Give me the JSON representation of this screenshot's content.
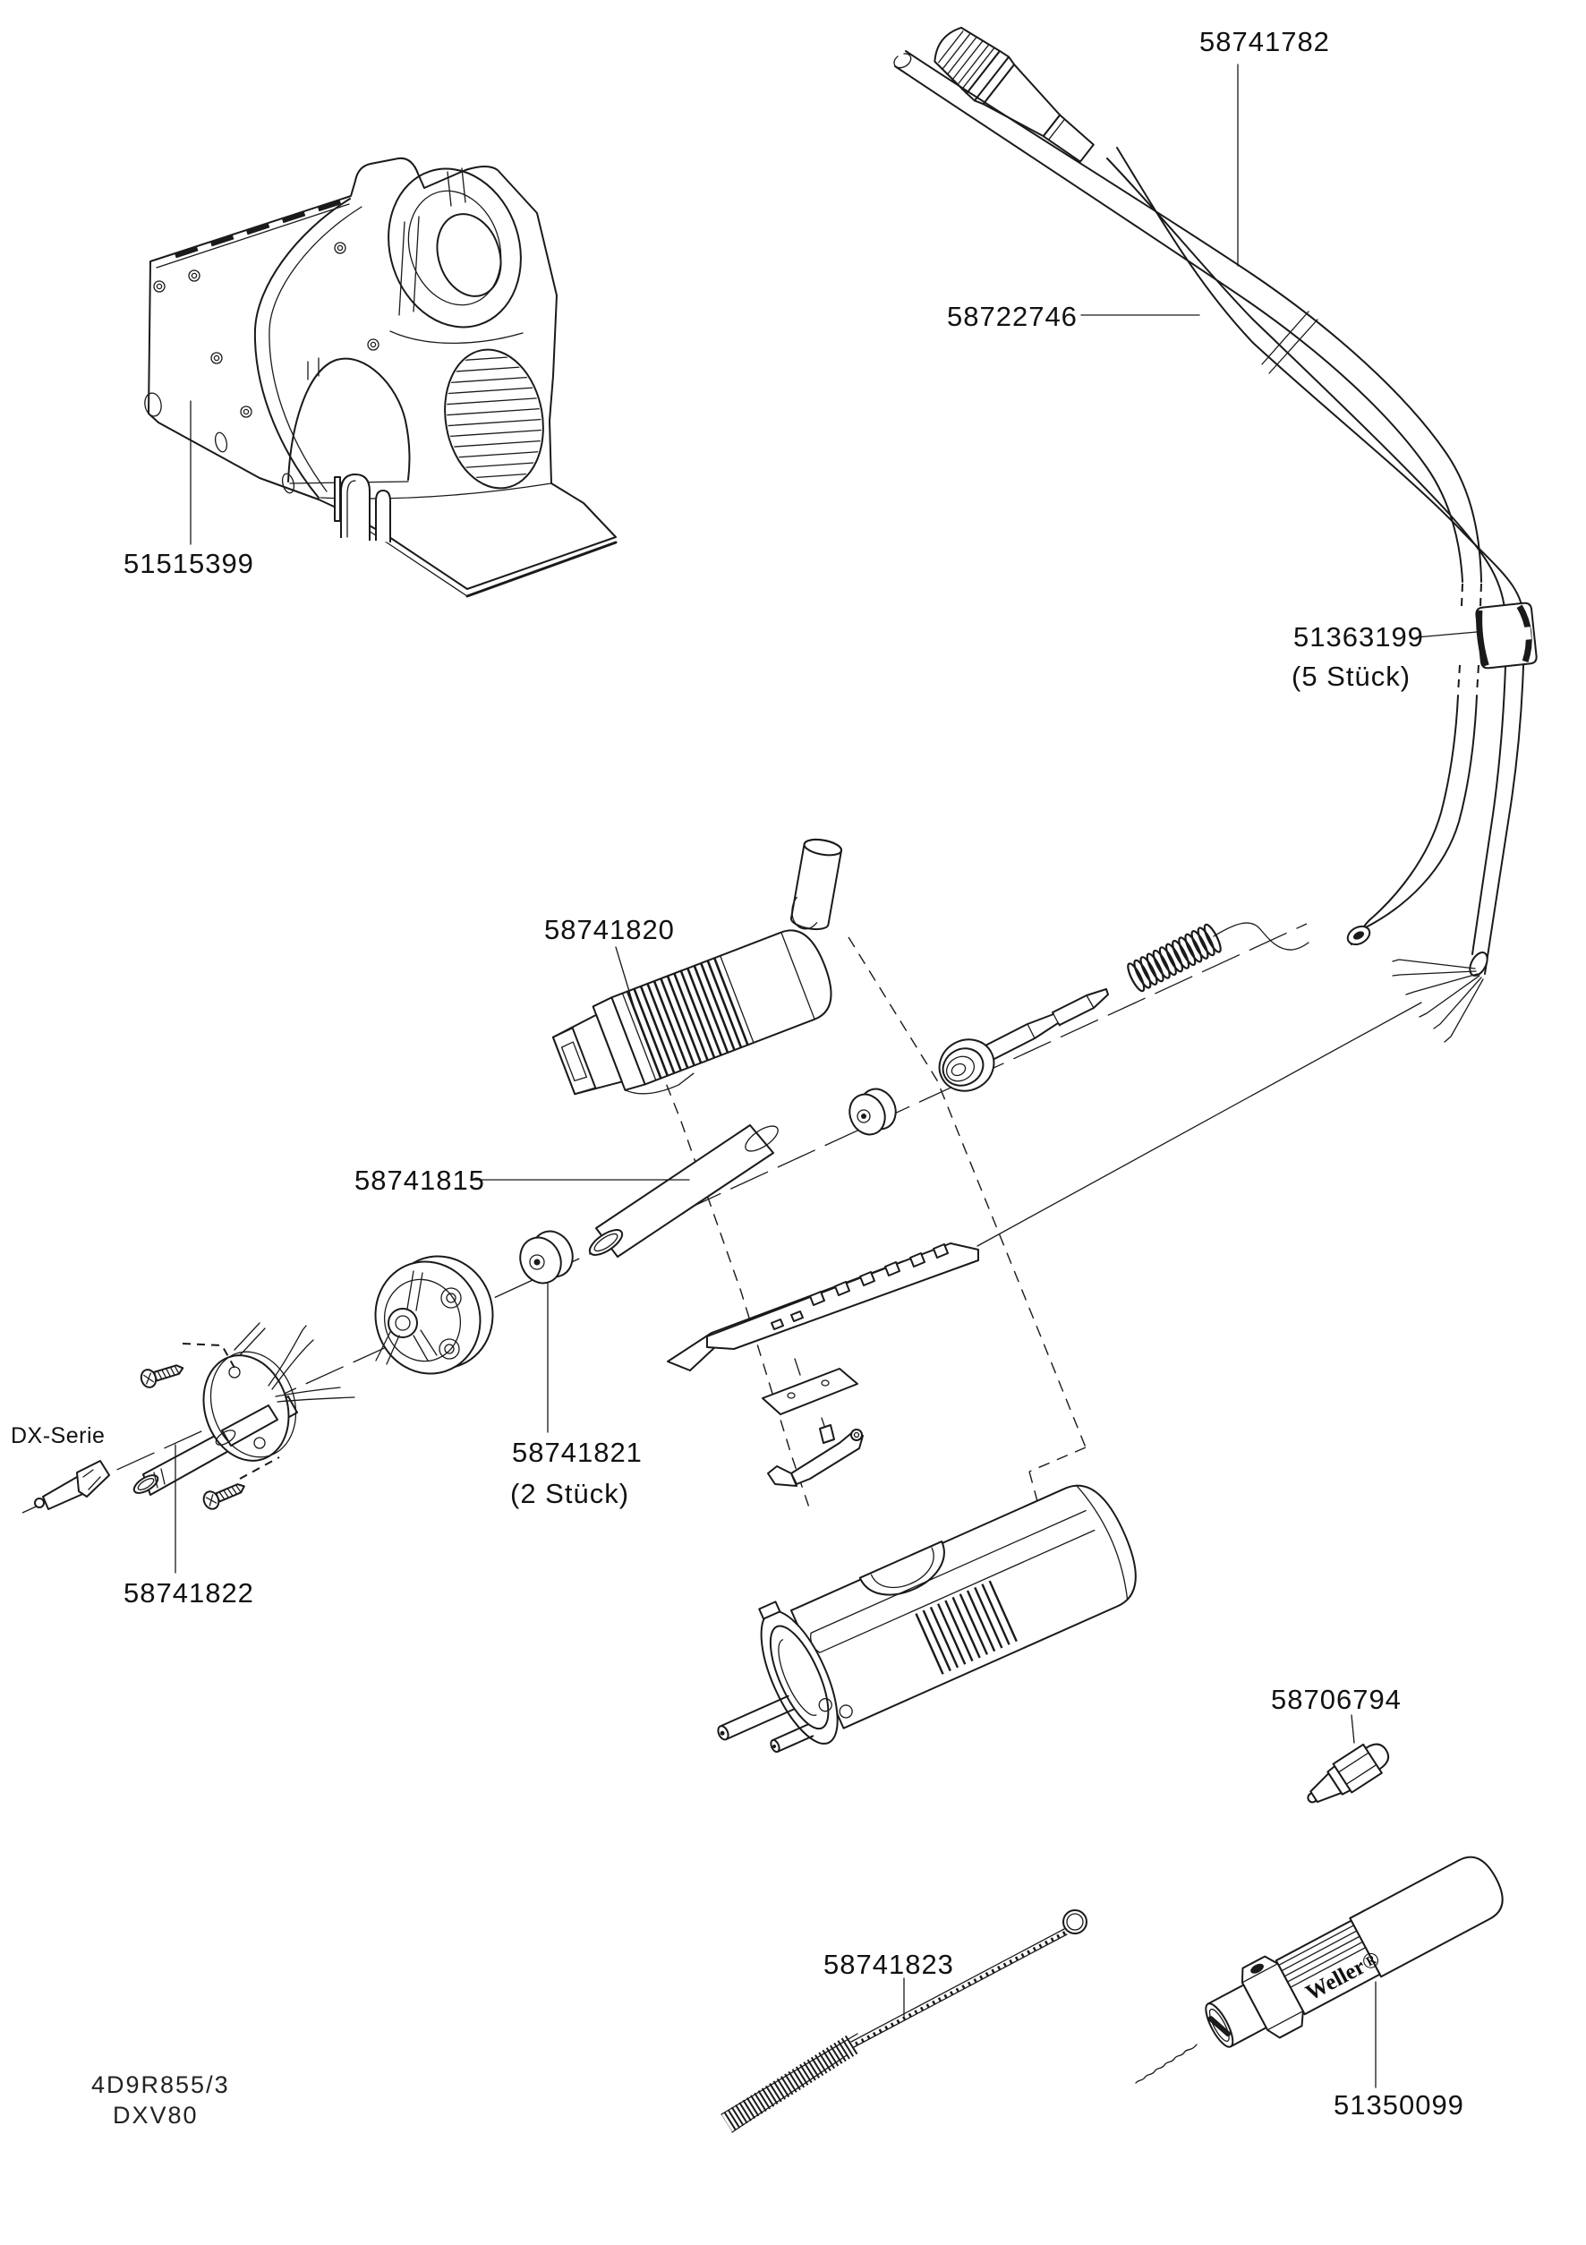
{
  "title_block": {
    "drawing_number": "4D9R855/3",
    "model": "DXV80"
  },
  "colors": {
    "background": "#ffffff",
    "line": "#1a1a1a"
  },
  "labels": {
    "cable_assembly": {
      "part_number": "58741782"
    },
    "hose": {
      "part_number": "58722746"
    },
    "cable_clip": {
      "part_number": "51363199",
      "quantity": "(5 Stück)"
    },
    "holder_stand": {
      "part_number": "51515399"
    },
    "heating_element": {
      "part_number": "58741820"
    },
    "barrel_tube": {
      "part_number": "58741815"
    },
    "seal": {
      "part_number": "58741821",
      "quantity": "(2 Stück)"
    },
    "tip_series": {
      "text": "DX-Serie"
    },
    "tip_retainer": {
      "part_number": "58741822"
    },
    "suction_nozzle": {
      "part_number": "58706794"
    },
    "cleaning_brush": {
      "part_number": "58741823"
    },
    "cleaning_tool": {
      "part_number": "51350099",
      "brand": "Weller®"
    }
  }
}
